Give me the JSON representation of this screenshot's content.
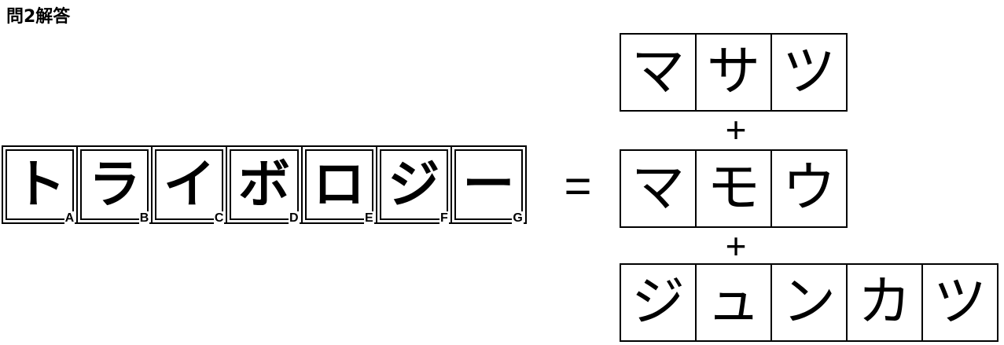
{
  "title": "問2解答",
  "left_word": [
    {
      "char": "ト",
      "letter": "A"
    },
    {
      "char": "ラ",
      "letter": "B"
    },
    {
      "char": "イ",
      "letter": "C"
    },
    {
      "char": "ボ",
      "letter": "D"
    },
    {
      "char": "ロ",
      "letter": "E"
    },
    {
      "char": "ジ",
      "letter": "F"
    },
    {
      "char": "ー",
      "letter": "G"
    }
  ],
  "equals": "=",
  "plus": "+",
  "right_words": [
    [
      "マ",
      "サ",
      "ツ"
    ],
    [
      "マ",
      "モ",
      "ウ"
    ],
    [
      "ジ",
      "ュ",
      "ン",
      "カ",
      "ツ"
    ]
  ]
}
